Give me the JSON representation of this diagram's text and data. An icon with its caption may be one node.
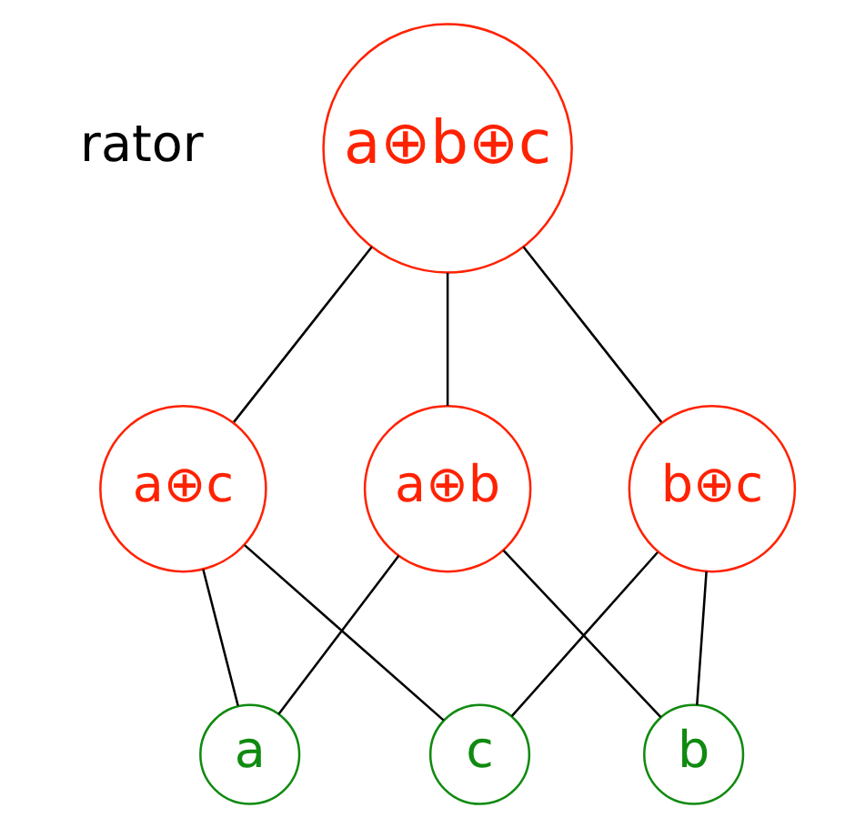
{
  "diagram": {
    "nodes": [
      {
        "text": [
          "a⊕b⊕c"
        ]
      },
      {
        "text": [
          "a⊕b"
        ]
      },
      {
        "text": [
          "a⊕c"
        ]
      },
      {
        "text": [
          "b⊕c"
        ]
      },
      {
        "text": [
          "a"
        ]
      },
      {
        "text": [
          "b"
        ]
      },
      {
        "text": [
          "c"
        ]
      }
    ],
    "edges": [
      {
        "from": 0,
        "to": 1,
        "arrow": "none"
      },
      {
        "from": 0,
        "to": 2,
        "arrow": "none"
      },
      {
        "from": 0,
        "to": 3,
        "arrow": "none"
      },
      {
        "from": 1,
        "to": 4,
        "arrow": "none"
      },
      {
        "from": 1,
        "to": 5,
        "arrow": "none"
      },
      {
        "from": 2,
        "to": 4,
        "arrow": "none"
      },
      {
        "from": 2,
        "to": 6,
        "arrow": "none"
      },
      {
        "from": 3,
        "to": 5,
        "arrow": "none"
      },
      {
        "from": 3,
        "to": 6,
        "arrow": "none"
      }
    ],
    "labels": [
      "rator"
    ]
  }
}
